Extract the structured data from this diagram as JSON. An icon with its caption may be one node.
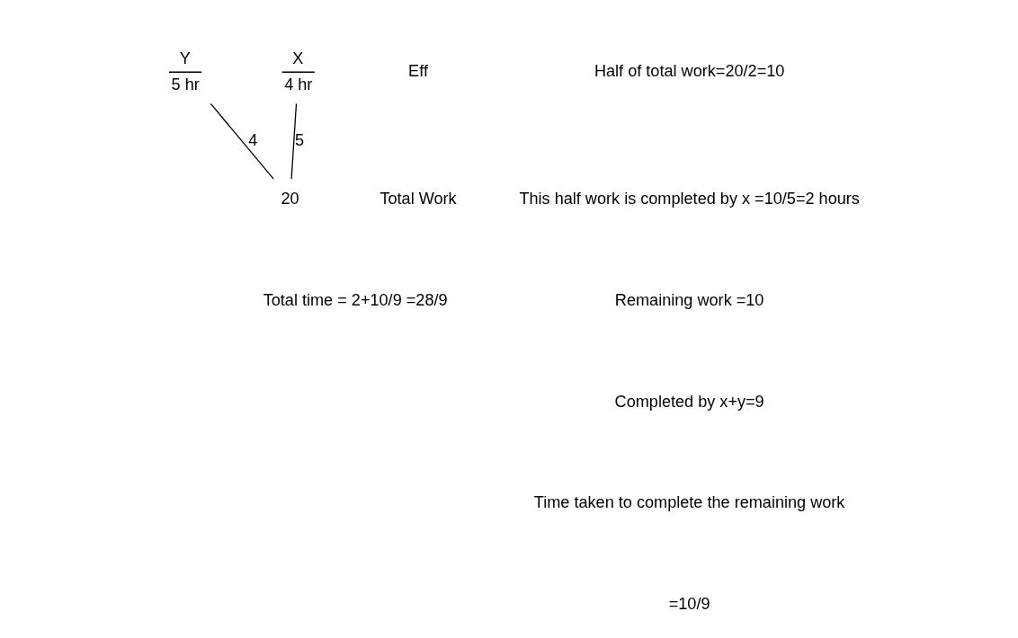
{
  "diagram": {
    "nodes": [
      {
        "text": [
          "X",
          "4 hr"
        ]
      },
      {
        "text": [
          "Y",
          "5 hr"
        ]
      },
      {
        "text": [
          "20"
        ]
      }
    ],
    "edges": [
      {
        "from": 0,
        "to": 2,
        "arrow": "none",
        "label": "5"
      },
      {
        "from": 1,
        "to": 2,
        "arrow": "none",
        "label": "4"
      }
    ],
    "labels": [
      "Eff",
      "Total Work",
      "Total time = 2+10/9 =28/9",
      "Half of total work=20/2=10",
      "This half work is completed by x =10/5=2 hours",
      "Remaining work =10",
      "Completed by x+y=9",
      "Time taken to complete the remaining work",
      "=10/9"
    ]
  }
}
